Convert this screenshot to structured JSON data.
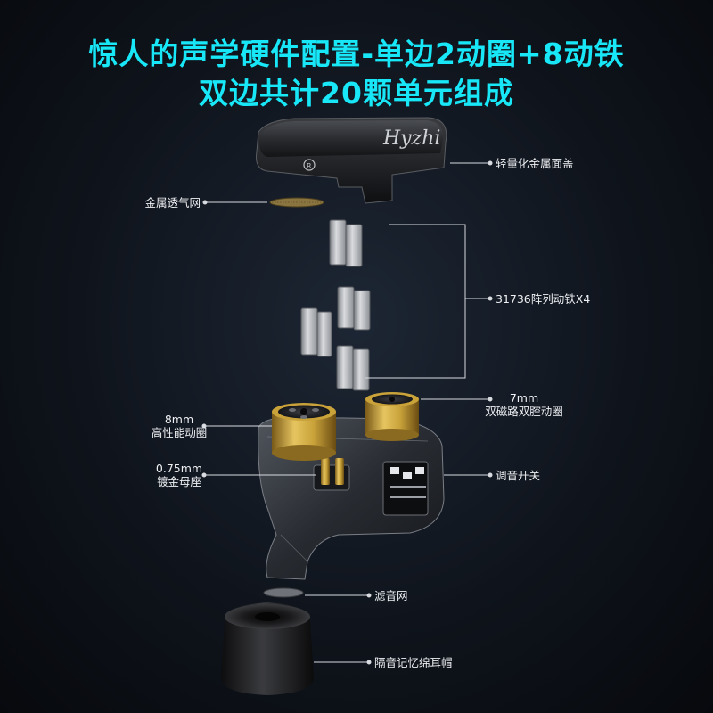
{
  "title_line1": "惊人的声学硬件配置-单边2动圈+8动铁",
  "title_line2": "双边共计20颗单元组成",
  "labels": {
    "faceplate": "轻量化金属面盖",
    "mesh": "金属透气网",
    "ba_driver": "31736阵列动铁X4",
    "dd7_size": "7mm",
    "dd7_desc": "双磁路双腔动圈",
    "dd8_size": "8mm",
    "dd8_desc": "高性能动圈",
    "socket_size": "0.75mm",
    "socket_desc": "镀金母座",
    "switch": "调音开关",
    "filter": "滤音网",
    "eartip": "隔音记忆绵耳帽"
  },
  "faceplate_logo": "Hyzhi",
  "colors": {
    "title": "#18e7f7",
    "label": "#eef0f3",
    "leader": "#d8dbe0",
    "gold": "#c9a23a"
  }
}
